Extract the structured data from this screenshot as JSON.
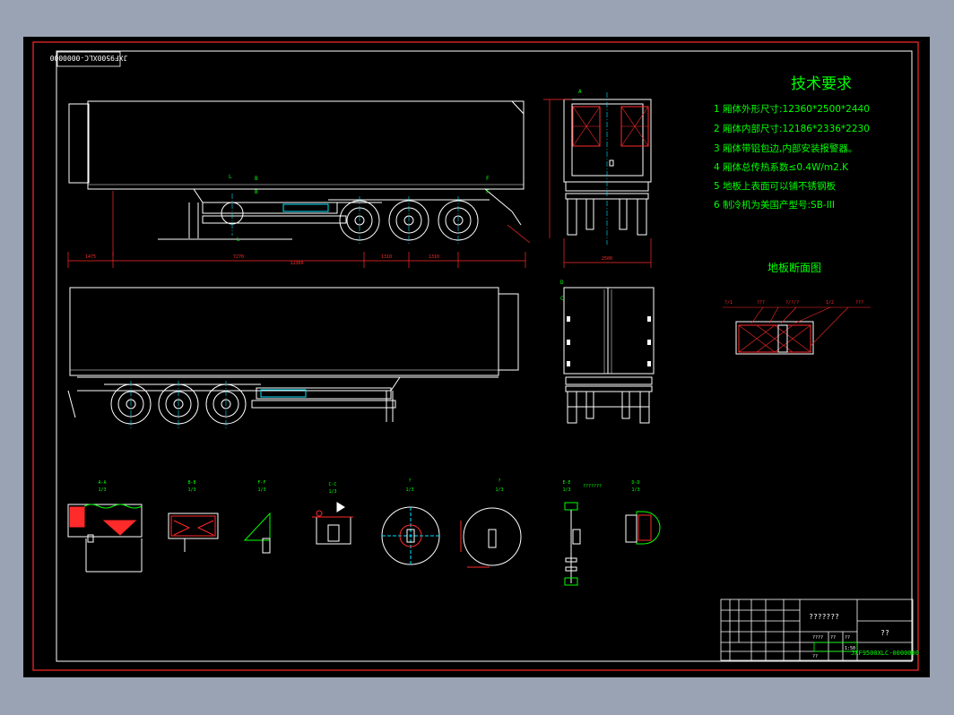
{
  "drawing": {
    "code_flipped": "JXF9500XLC-0000000",
    "code_titleblock": "JXF9500XLC-0000000",
    "tech_title": "技术要求",
    "tech_lines": [
      "1  厢体外形尺寸:12360*2500*2440",
      "2  厢体内部尺寸:12186*2336*2230",
      "3  厢体带铝包边,内部安装报警器。",
      "4  厢体总传热系数≤0.4W/m2.K",
      "5  地板上表面可以铺不锈钢板",
      "6  制冷机为美国产型号:SB-III"
    ],
    "floor_section_title": "地板断面图",
    "floor_callouts": [
      "?/1",
      "???",
      "?/?/?",
      "1/2",
      "???"
    ],
    "section_views": [
      {
        "label": "A-A",
        "scale": "1/3"
      },
      {
        "label": "B-B",
        "scale": "1/3"
      },
      {
        "label": "F-F",
        "scale": "1/3"
      },
      {
        "label": "C-C",
        "scale": "1/3"
      },
      {
        "label": "?",
        "scale": "1/3"
      },
      {
        "label": "?",
        "scale": "1/3"
      },
      {
        "label": "E-E",
        "scale": "1/3",
        "note": "???????"
      },
      {
        "label": "D-D",
        "scale": "1/3"
      }
    ],
    "side_dims": [
      "1475",
      "7270",
      "1310",
      "1310",
      "12360"
    ],
    "rear_dims": [
      "2500"
    ],
    "titleblock": {
      "title": "???????",
      "right_text": "??",
      "fields": [
        "????",
        "??",
        "??",
        "??",
        "1:50"
      ]
    },
    "colors": {
      "background": "#000000",
      "line": "#ffffff",
      "text": "#00ff00",
      "dim": "#ff2a2a",
      "center": "#00e5ff",
      "accent": "#ffffff"
    }
  }
}
